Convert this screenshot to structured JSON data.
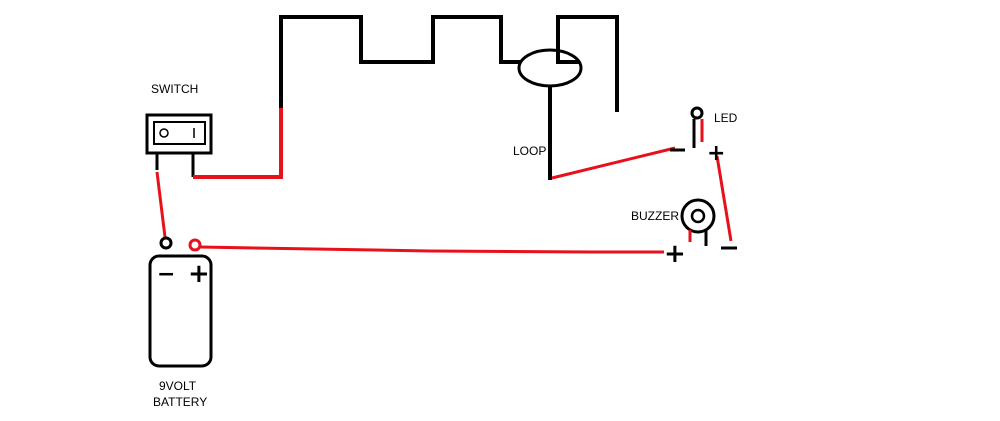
{
  "diagram": {
    "labels": {
      "switch": "SWITCH",
      "loop": "LOOP",
      "led": "LED",
      "buzzer": "BUZZER",
      "battery_line1": "9VOLT",
      "battery_line2": "BATTERY"
    },
    "polarity": {
      "battery_negative": "−",
      "battery_positive": "+",
      "led_negative": "−",
      "led_positive": "+",
      "buzzer_positive": "+",
      "buzzer_negative": "−"
    },
    "colors": {
      "wire_black": "#000000",
      "wire_red": "#e8101a",
      "background": "#ffffff"
    }
  }
}
